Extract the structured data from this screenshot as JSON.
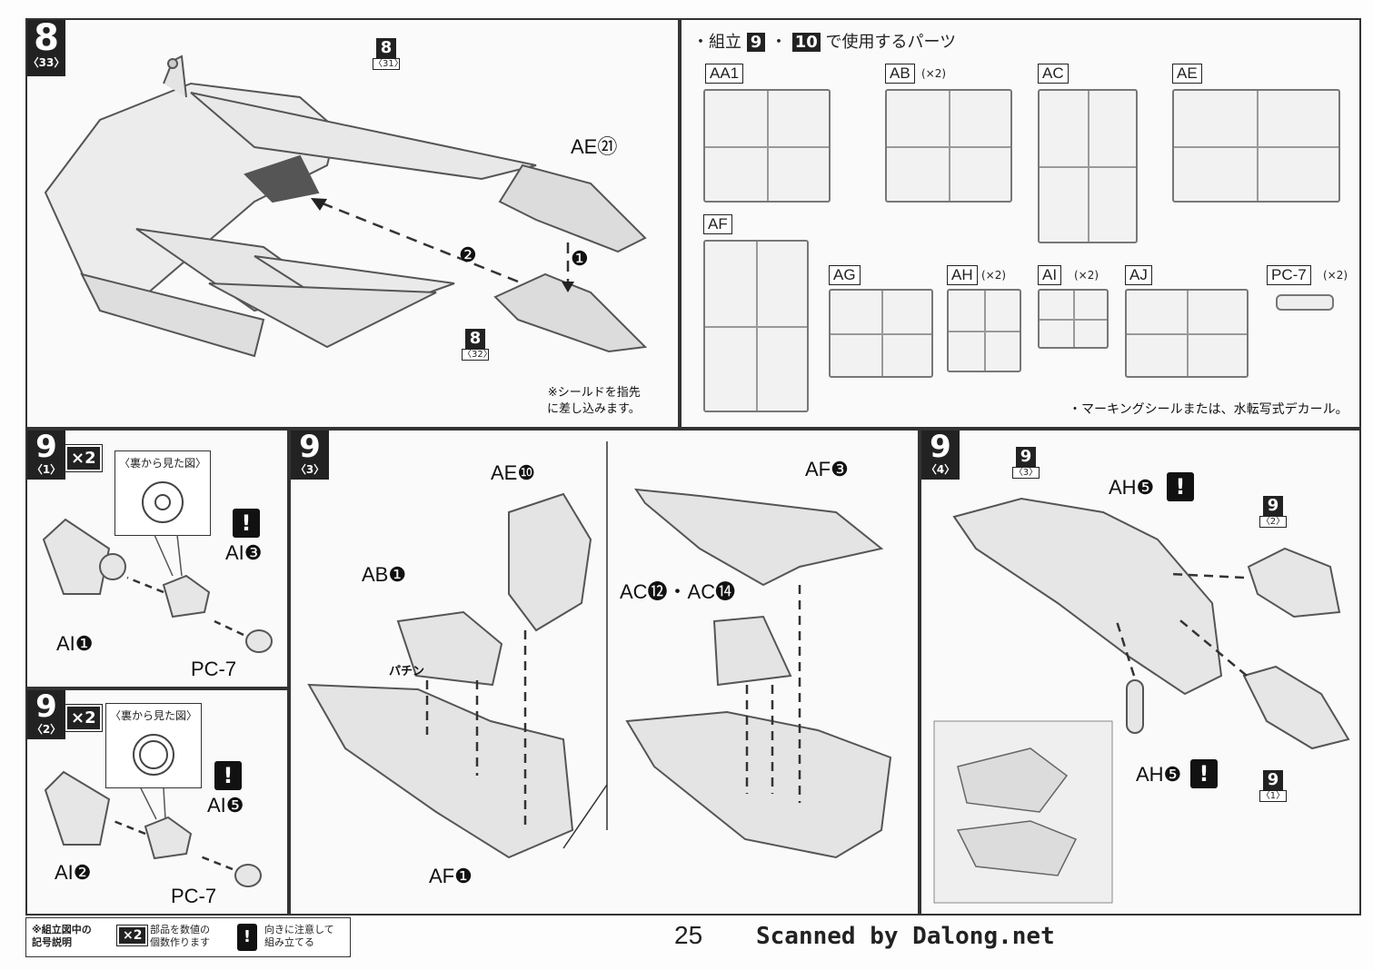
{
  "step8": {
    "badge": "8",
    "sub": "〈33〉",
    "ref_top": {
      "n": "8",
      "s": "〈31〉"
    },
    "ref_bottom": {
      "n": "8",
      "s": "〈32〉"
    },
    "part_shield": "AE㉑",
    "arrow1": "❶",
    "arrow2": "❷",
    "note_line1": "※シールドを指先",
    "note_line2": "に差し込みます。"
  },
  "parts_list": {
    "heading": "・組立",
    "heading_num1": "9",
    "heading_sep": "・",
    "heading_num2": "10",
    "heading_tail": "で使用するパーツ",
    "runners": [
      {
        "id": "AA1",
        "mult": ""
      },
      {
        "id": "AB",
        "mult": "(×2)"
      },
      {
        "id": "AC",
        "mult": ""
      },
      {
        "id": "AE",
        "mult": ""
      },
      {
        "id": "AF",
        "mult": ""
      },
      {
        "id": "AG",
        "mult": ""
      },
      {
        "id": "AH",
        "mult": "(×2)"
      },
      {
        "id": "AI",
        "mult": "(×2)"
      },
      {
        "id": "AJ",
        "mult": ""
      },
      {
        "id": "PC-7",
        "mult": "(×2)"
      }
    ],
    "footnote": "・マーキングシールまたは、水転写式デカール。"
  },
  "step9_1": {
    "badge": "9",
    "sub": "〈1〉",
    "x2": "×2",
    "hint": "〈裏から見た図〉",
    "warn": "!",
    "parts": {
      "ai3": "AI❸",
      "ai1": "AI❶",
      "pc7": "PC-7"
    }
  },
  "step9_2": {
    "badge": "9",
    "sub": "〈2〉",
    "x2": "×2",
    "hint": "〈裏から見た図〉",
    "warn": "!",
    "parts": {
      "ai5": "AI❺",
      "ai2": "AI❷",
      "pc7": "PC-7"
    }
  },
  "step9_3": {
    "badge": "9",
    "sub": "〈3〉",
    "parts": {
      "ae10": "AE❿",
      "ab1": "AB❶",
      "af1": "AF❶",
      "af3": "AF❸",
      "ac": "AC⓬・AC⓮",
      "click": "パチン"
    }
  },
  "step9_4": {
    "badge": "9",
    "sub": "〈4〉",
    "ref_left": {
      "n": "9",
      "s": "〈3〉"
    },
    "ref_right_top": {
      "n": "9",
      "s": "〈2〉"
    },
    "ref_right_bottom": {
      "n": "9",
      "s": "〈1〉"
    },
    "warn": "!",
    "parts": {
      "ah5_top": "AH❺",
      "ah5_bottom": "AH❺"
    }
  },
  "legend": {
    "title_line1": "※組立図中の",
    "title_line2": "記号説明",
    "x2": "×2",
    "x2_line1": "部品を数値の",
    "x2_line2": "個数作ります",
    "warn": "!",
    "warn_line1": "向きに注意して",
    "warn_line2": "組み立てる"
  },
  "footer": {
    "page_number": "25",
    "scanned": "Scanned by Dalong.net"
  }
}
